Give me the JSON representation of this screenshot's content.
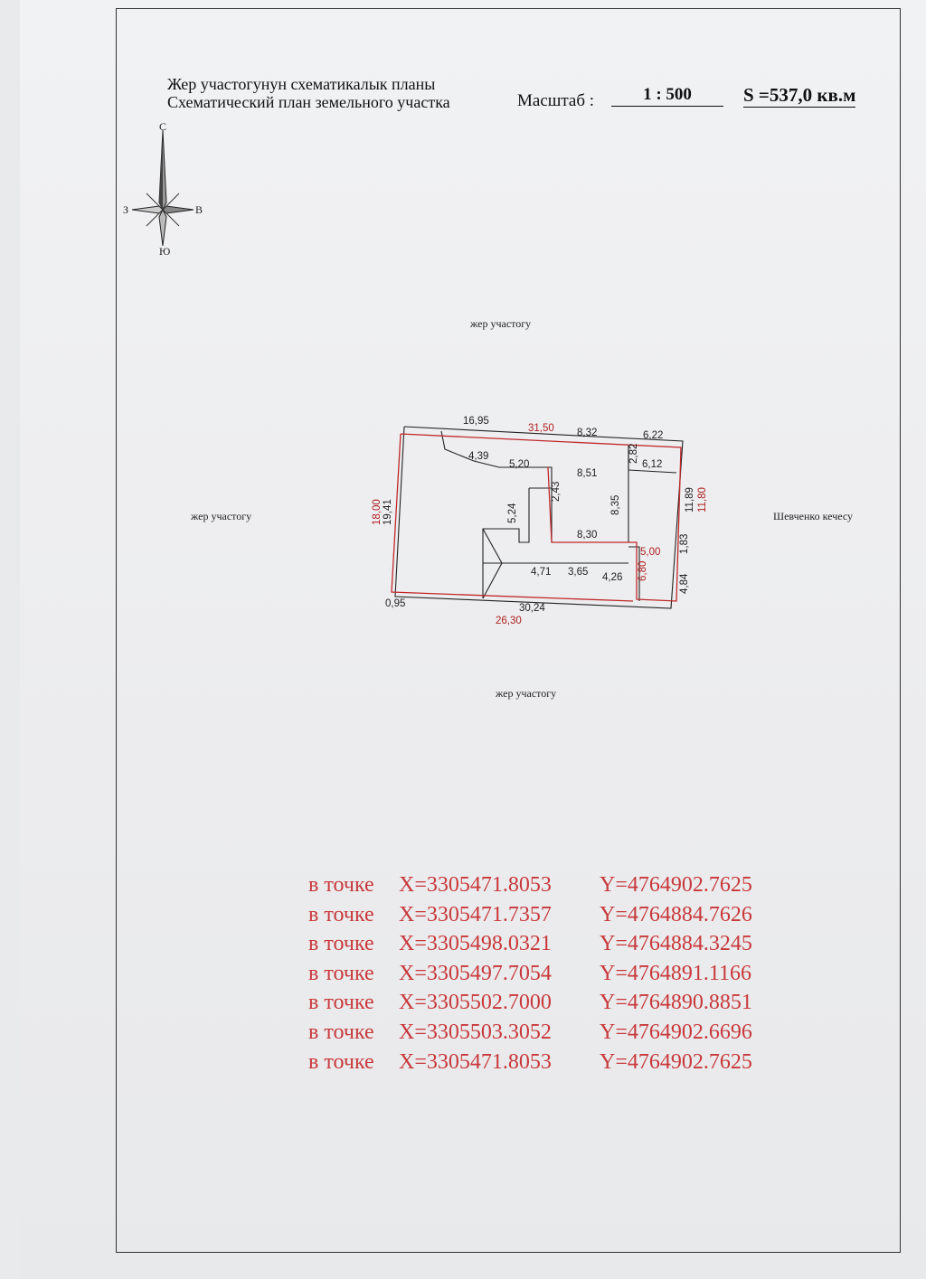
{
  "header": {
    "title_ky": "Жер участогунун схематикалык планы",
    "title_ru": "Схематический план земельного участка",
    "scale_label": "Масштаб :",
    "scale_value": "1 : 500",
    "area": "S =537,0 кв.м"
  },
  "compass": {
    "north": "С",
    "south": "Ю",
    "west": "З",
    "east": "В"
  },
  "neighbors": {
    "top": "жер участогу",
    "left": "жер участогу",
    "right": "Шевченко кечесу",
    "bottom": "жер участогу"
  },
  "plan": {
    "dims_black": {
      "top_left": "16,95",
      "top_mid": "8,32",
      "top_right": "6,22",
      "wall_a": "4,39",
      "wall_b": "5,20",
      "house_top": "8,51",
      "house_side_short": "2,43",
      "house_right": "8,35",
      "house_bottom": "8,30",
      "annex_top": "6,12",
      "annex_short": "2,82",
      "right_side": "11,89",
      "inner_vert": "5,24",
      "left_side": "19,41",
      "bottom_small": "4,71",
      "bottom_mid": "3,65",
      "bottom_right_a": "4,26",
      "right_lower_a": "1,83",
      "right_lower_b": "4,84",
      "corner_bl": "0,95",
      "bottom": "30,24"
    },
    "dims_red": {
      "top": "31,50",
      "left": "18,00",
      "right": "11,80",
      "step_h": "5,00",
      "step_v": "6,80",
      "bottom": "26,30"
    }
  },
  "coordinates": {
    "prefix": "в точке",
    "points": [
      {
        "x": "X=3305471.8053",
        "y": "Y=4764902.7625"
      },
      {
        "x": "X=3305471.7357",
        "y": "Y=4764884.7626"
      },
      {
        "x": "X=3305498.0321",
        "y": "Y=4764884.3245"
      },
      {
        "x": "X=3305497.7054",
        "y": "Y=4764891.1166"
      },
      {
        "x": "X=3305502.7000",
        "y": "Y=4764890.8851"
      },
      {
        "x": "X=3305503.3052",
        "y": "Y=4764902.6696"
      },
      {
        "x": "X=3305471.8053",
        "y": "Y=4764902.7625"
      }
    ]
  }
}
